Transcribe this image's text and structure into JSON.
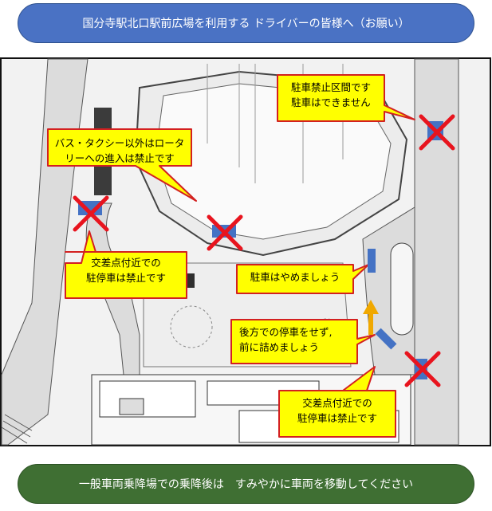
{
  "header_banner": {
    "text": "国分寺駅北口駅前広場を利用する ドライバーの皆様へ（お願い）",
    "color": "#4a72c4"
  },
  "footer_banner": {
    "text": "一般車両乗降場での乗降後は　すみやかに車両を移動してください",
    "color": "#3f6f33"
  },
  "callouts": {
    "no_parking_zone": {
      "line1": "駐車禁止区間です",
      "line2": "駐車はできません"
    },
    "rotary_entry": {
      "line1": "バス・タクシー以外はロータ",
      "line2": "リーへの進入は禁止です"
    },
    "intersection_left": {
      "line1": "交差点付近での",
      "line2": "駐停車は禁止です"
    },
    "stop_parking": {
      "line1": "駐車はやめましょう"
    },
    "move_forward": {
      "line1": "後方での停車をせず,",
      "line2": "前に詰めましょう"
    },
    "intersection_right": {
      "line1": "交差点付近での",
      "line2": "駐停車は禁止です"
    }
  },
  "colors": {
    "callout_fill": "#ffff00",
    "callout_border": "#d32020",
    "cross": "#e8141e",
    "marker": "#4472c4",
    "arrow": "#f0a800"
  }
}
